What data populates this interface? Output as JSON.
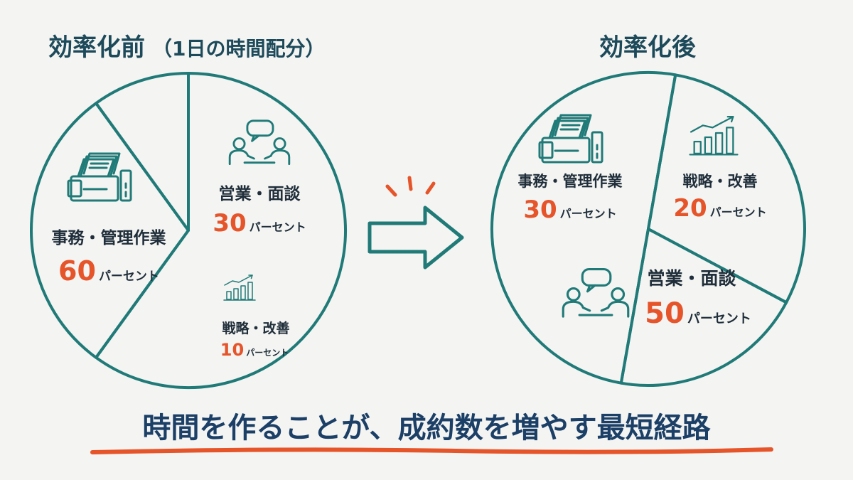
{
  "chart_data": [
    {
      "type": "pie",
      "title": "効率化前",
      "subtitle": "（1日の時間配分）",
      "unit": "パーセント",
      "categories": [
        "事務・管理作業",
        "営業・面談",
        "戦略・改善"
      ],
      "values": [
        60,
        30,
        10
      ],
      "icons": [
        "document-tray-icon",
        "meeting-icon",
        "growth-chart-icon"
      ]
    },
    {
      "type": "pie",
      "title": "効率化後",
      "subtitle": "",
      "unit": "パーセント",
      "categories": [
        "事務・管理作業",
        "戦略・改善",
        "営業・面談"
      ],
      "values": [
        30,
        20,
        50
      ],
      "icons": [
        "document-tray-icon",
        "growth-chart-icon",
        "meeting-icon"
      ]
    }
  ],
  "arrow_icon": "right-arrow-icon",
  "tagline": "時間を作ることが、成約数を増やす最短経路",
  "colors": {
    "outline": "#1f7a78",
    "title": "#1d4a5a",
    "percent": "#e6542a",
    "underline": "#e6542a",
    "tagline": "#1b3f66",
    "background": "#f4f4f2"
  }
}
